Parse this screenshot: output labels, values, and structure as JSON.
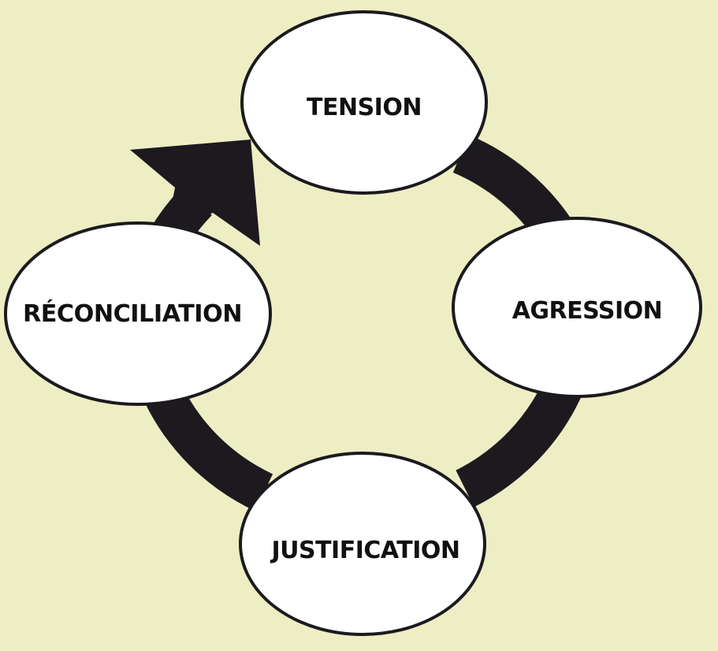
{
  "diagram": {
    "type": "cycle",
    "direction": "clockwise",
    "colors": {
      "background": "#eeeec4",
      "ring": "#1c1a1f",
      "node_fill": "#ffffff",
      "node_stroke": "#1c1a1f",
      "text": "#111111"
    },
    "nodes": [
      {
        "id": "tension",
        "label": "TENSION"
      },
      {
        "id": "agression",
        "label": "AGRESSION"
      },
      {
        "id": "justification",
        "label": "JUSTIFICATION"
      },
      {
        "id": "reconciliation",
        "label": "RÉCONCILIATION"
      }
    ],
    "edges": [
      {
        "from": "tension",
        "to": "agression"
      },
      {
        "from": "agression",
        "to": "justification"
      },
      {
        "from": "justification",
        "to": "reconciliation"
      },
      {
        "from": "reconciliation",
        "to": "tension",
        "arrowhead": true
      }
    ]
  }
}
